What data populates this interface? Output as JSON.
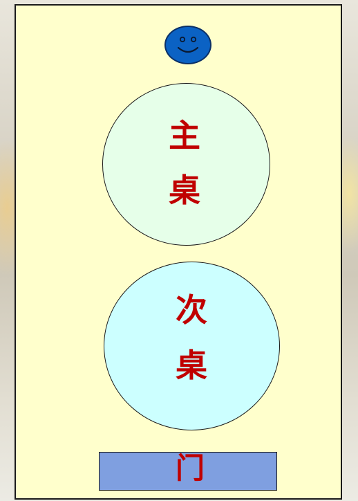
{
  "diagram": {
    "main_table": {
      "char1": "主",
      "char2": "桌"
    },
    "second_table": {
      "char1": "次",
      "char2": "桌"
    },
    "door": {
      "label": "门"
    }
  },
  "colors": {
    "slide_background": "#ffffcc",
    "main_table_fill": "#e6ffe9",
    "second_table_fill": "#ccffff",
    "door_fill": "#7f9fe0",
    "label_text": "#c00000",
    "smiley_fill": "#0b62c4"
  },
  "icons": {
    "host": "smiley-face-icon"
  }
}
